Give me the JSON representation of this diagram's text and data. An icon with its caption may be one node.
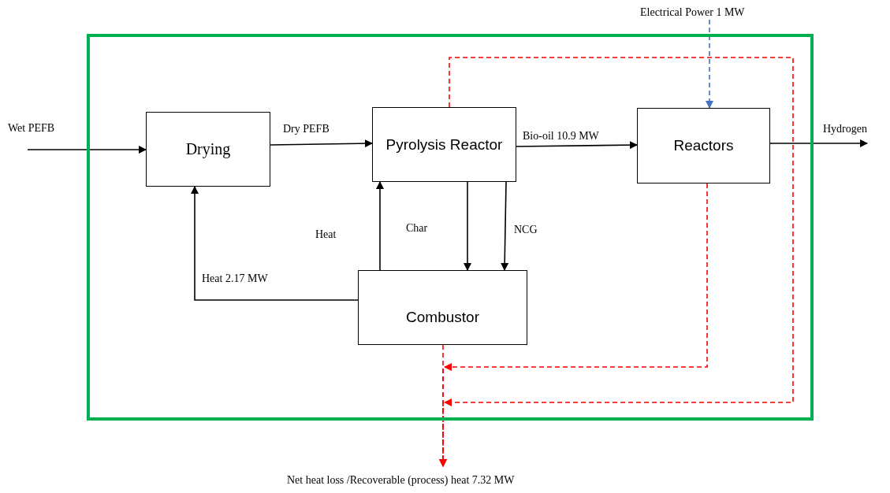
{
  "diagram": {
    "nodes": [
      {
        "text": [],
        "shape": "box"
      },
      {
        "text": [
          "Drying"
        ],
        "in": 0
      },
      {
        "text": [
          "Pyrolysis Reactor"
        ],
        "in": 0
      },
      {
        "text": [
          "Reactors"
        ],
        "in": 0
      },
      {
        "text": [
          "Combustor"
        ],
        "in": 0
      }
    ],
    "edges": [
      {
        "from": null,
        "to": 1,
        "arrow": "to",
        "label": "Wet PEFB"
      },
      {
        "from": 1,
        "to": 2,
        "arrow": "to",
        "label": "Dry PEFB"
      },
      {
        "from": 2,
        "to": 3,
        "arrow": "to",
        "label": "Bio-oil 10.9 MW"
      },
      {
        "from": 3,
        "to": null,
        "arrow": "to",
        "label": "Hydrogen"
      },
      {
        "from": null,
        "to": 3,
        "arrow": "to",
        "label": "Electrical Power 1 MW",
        "style": "dashed",
        "color": "#4472c4"
      },
      {
        "from": 2,
        "to": 4,
        "arrow": "to",
        "label": "Char"
      },
      {
        "from": 2,
        "to": 4,
        "arrow": "to",
        "label": "NCG"
      },
      {
        "from": 4,
        "to": 2,
        "arrow": "to",
        "label": "Heat"
      },
      {
        "from": 4,
        "to": 1,
        "arrow": "to",
        "label": "Heat 2.17 MW"
      },
      {
        "from": 4,
        "to": null,
        "arrow": "to",
        "label": "Net heat loss /Recoverable (process) heat 7.32 MW",
        "style": "dashed",
        "color": "#ff0000"
      },
      {
        "from": 3,
        "to": null,
        "arrow": "to",
        "style": "dashed",
        "color": "#ff0000"
      },
      {
        "from": 2,
        "to": null,
        "arrow": "to",
        "style": "dashed",
        "color": "#ff0000"
      }
    ]
  }
}
